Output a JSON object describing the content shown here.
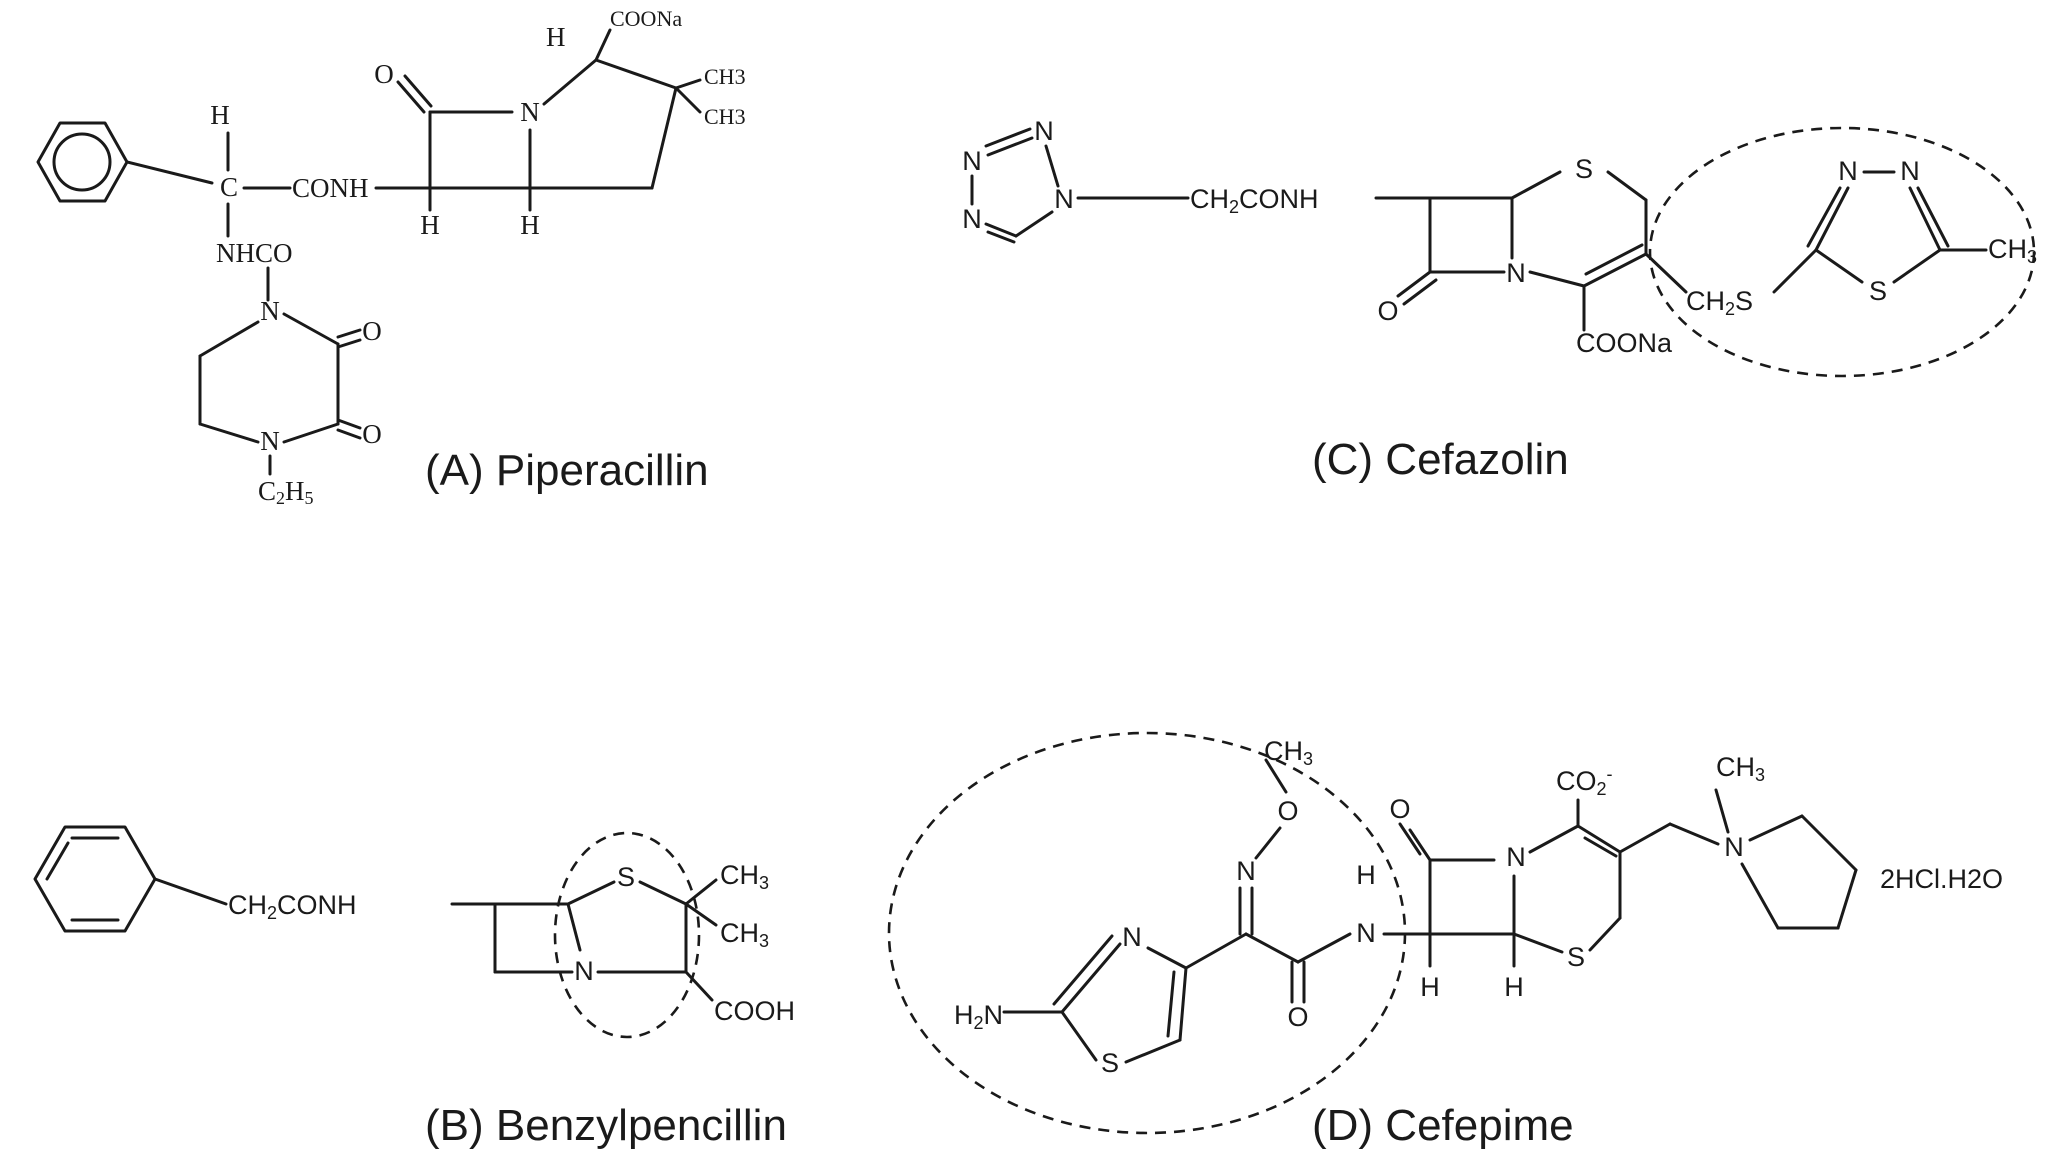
{
  "figure": {
    "captions": {
      "a": "(A)  Piperacillin",
      "b": "(B)  Benzylpencillin",
      "c": "(C)  Cefazolin",
      "d": "(D)  Cefepime"
    },
    "piperacillin": {
      "h": "H",
      "c": "C",
      "conh": "CONH",
      "nhco": "NHCO",
      "o": "O",
      "n": "N",
      "coona": "COONa",
      "ch3": "CH",
      "three": "3",
      "c2": "C",
      "two": "2",
      "h5": "H",
      "five": "5"
    },
    "benzylpenicillin": {
      "ch2conh_a": "CH",
      "two": "2",
      "ch2conh_b": "CONH",
      "s": "S",
      "n": "N",
      "ch3": "CH",
      "three": "3",
      "cooh": "COOH"
    },
    "cefazolin": {
      "n": "N",
      "ch2conh_a": "CH",
      "two": "2",
      "ch2conh_b": "CONH",
      "s": "S",
      "o": "O",
      "coona": "COONa",
      "ch2s_a": "CH",
      "ch2s_b": "S",
      "ch3": "CH",
      "three": "3"
    },
    "cefepime": {
      "ch3": "CH",
      "three": "3",
      "o": "O",
      "n": "N",
      "h": "H",
      "h2n_a": "H",
      "two": "2",
      "h2n_b": "N",
      "s": "S",
      "co2_a": "CO",
      "co2_sup": "-",
      "salt": "2HCl.H2O"
    }
  }
}
